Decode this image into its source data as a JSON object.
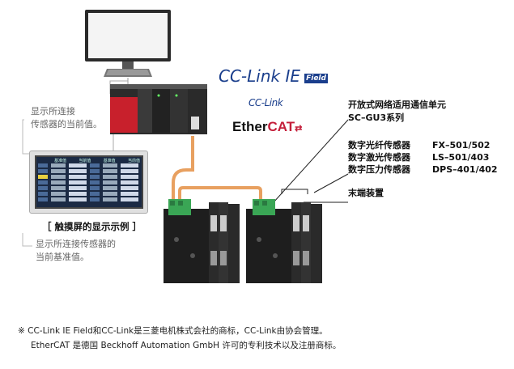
{
  "labels": {
    "connected_current": [
      "显示所连接",
      "传感器的当前值。"
    ],
    "touch_panel_caption": "［ 触摸屏的显示示例 ］",
    "connected_reference": [
      "显示所连接传感器的",
      "当前基准值。"
    ],
    "open_network_unit": "开放式网络适用通信单元",
    "unit_model": "SC–GU3系列",
    "sensors": [
      {
        "name": "数字光纤传感器",
        "model": "FX–501/502"
      },
      {
        "name": "数字激光传感器",
        "model": "LS–501/403"
      },
      {
        "name": "数字压力传感器",
        "model": "DPS–401/402"
      }
    ],
    "terminal_device": "末端装置"
  },
  "logos": {
    "cclink_ie_field": {
      "main": "CC-Link IE",
      "badge": "Field"
    },
    "cclink": "CC-Link",
    "ethercat": {
      "ether": "Ether",
      "cat": "CAT"
    }
  },
  "touch_panel": {
    "headers": [
      "基准值",
      "当前值",
      "基准值",
      "当前值"
    ]
  },
  "notes": [
    "※  CC-Link IE Field和CC-Link是三菱电机株式会社的商标，CC-Link由协会管理。",
    "EtherCAT 是德国 Beckhoff Automation GmbH 许可的专利技术以及注册商标。"
  ],
  "colors": {
    "connector_green": "#3aa655",
    "cable_orange": "#e8a060",
    "plc_red": "#c8202c",
    "logo_blue": "#1a3e8c",
    "ethercat_red": "#c41e3a"
  }
}
